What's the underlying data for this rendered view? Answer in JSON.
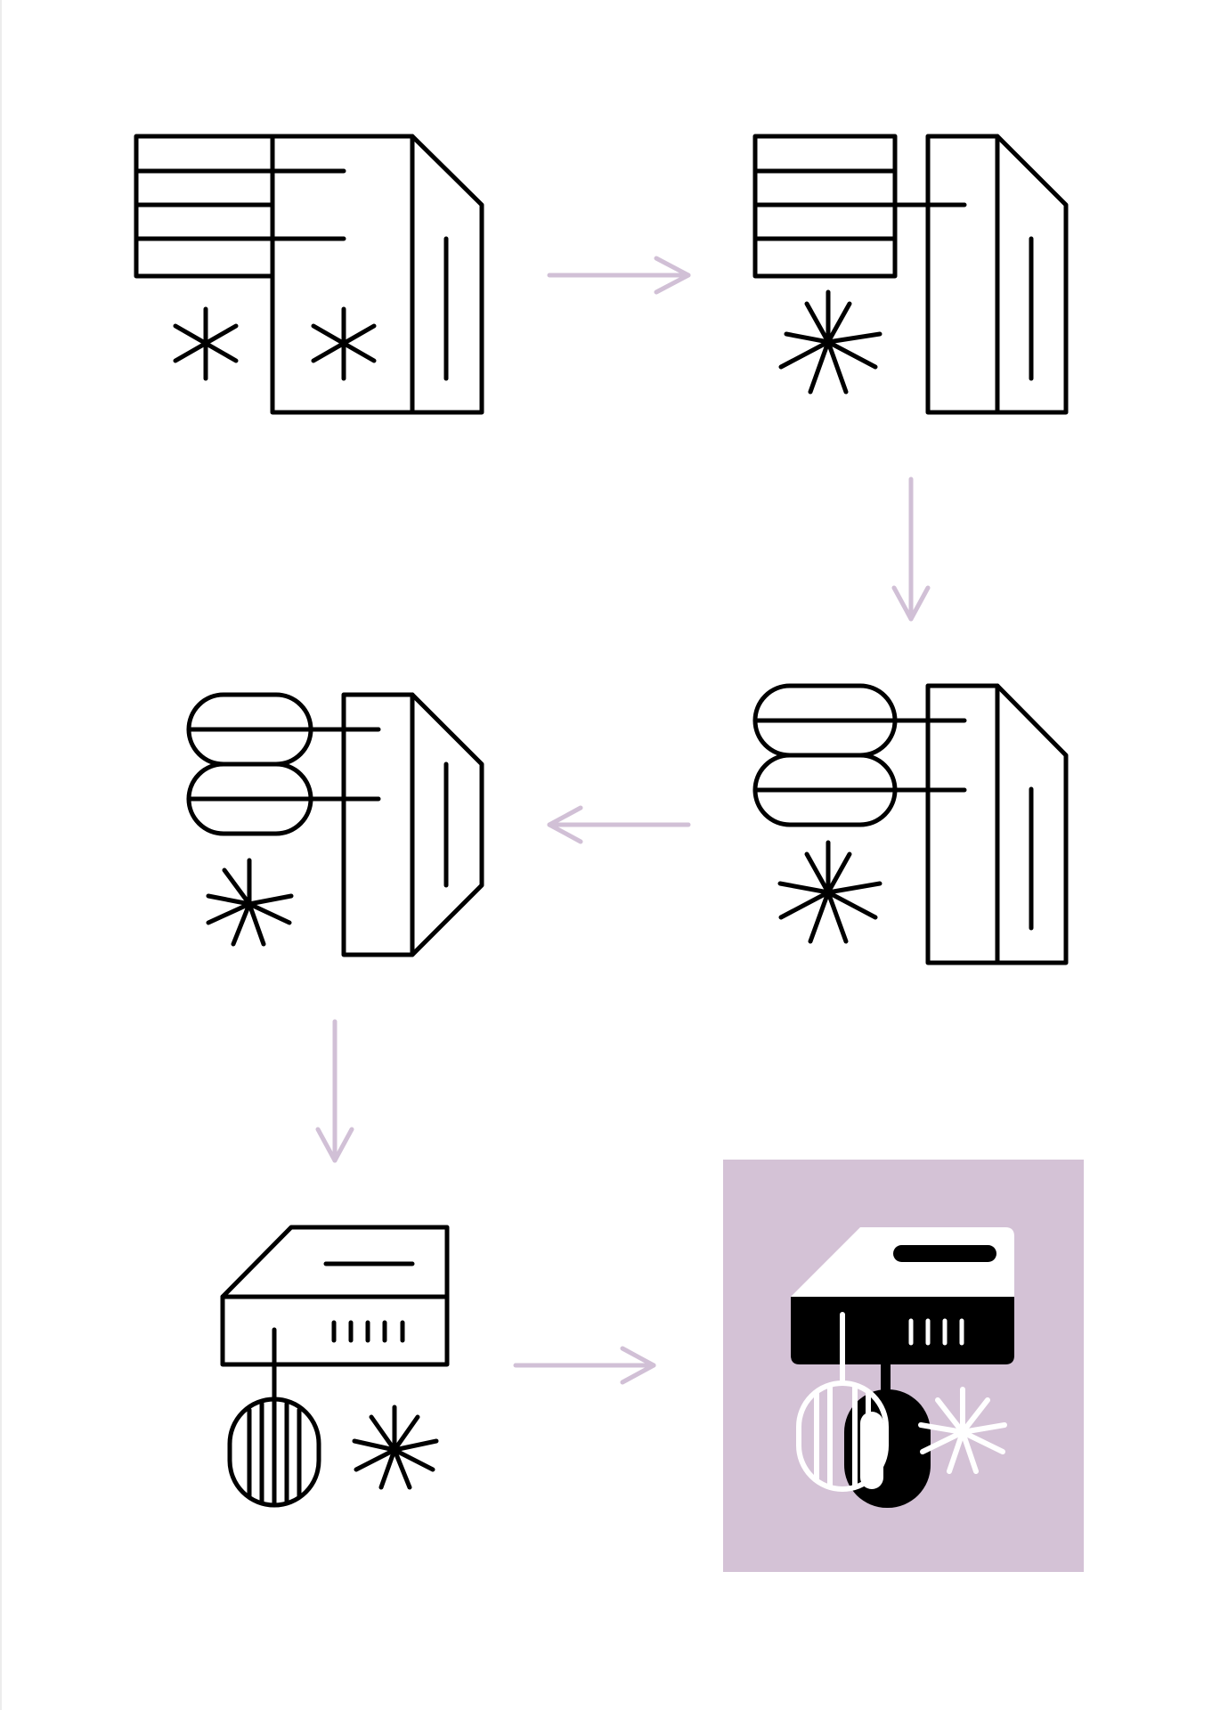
{
  "colors": {
    "ink": "#000000",
    "arrow": "#d1c0d6",
    "panel": "#d4c2d6",
    "paper": "#ffffff"
  },
  "steps": [
    {
      "icon": "hand-mixer-sketch-rectangles-icon"
    },
    {
      "icon": "hand-mixer-sketch-merged-icon"
    },
    {
      "icon": "hand-mixer-sketch-rounded-beaters-icon"
    },
    {
      "icon": "hand-mixer-sketch-compact-icon"
    },
    {
      "icon": "hand-mixer-outline-icon"
    },
    {
      "icon": "hand-mixer-final-icon"
    }
  ],
  "arrows": [
    {
      "direction": "right"
    },
    {
      "direction": "down"
    },
    {
      "direction": "left"
    },
    {
      "direction": "down"
    },
    {
      "direction": "right"
    }
  ]
}
